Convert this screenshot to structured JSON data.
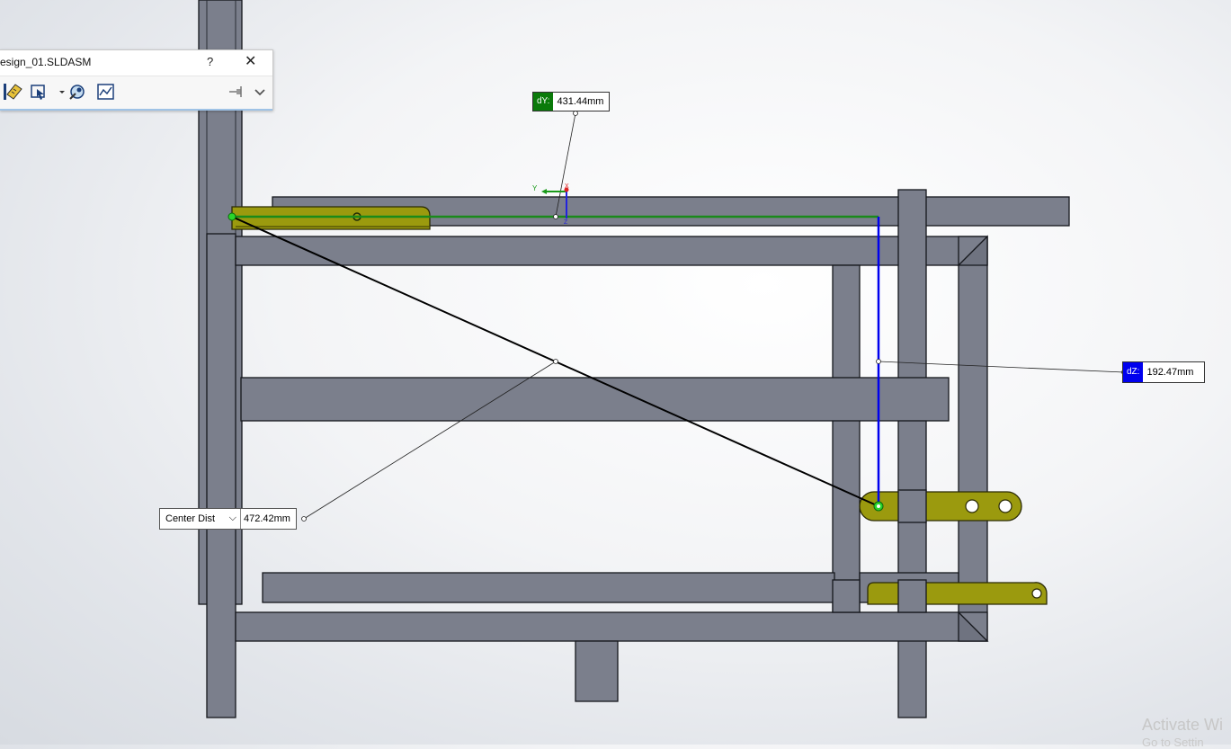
{
  "measure_dialog": {
    "title": "esign_01.SLDASM",
    "help_label": "?",
    "close_label": "✕",
    "tools": [
      "units-precision-icon",
      "selection-mode-icon",
      "dropdown-arrow-icon",
      "point-to-point-icon",
      "measure-history-icon",
      "pin-icon",
      "expand-icon"
    ]
  },
  "measurements": {
    "dy": {
      "tag": "dY:",
      "value": "431.44mm",
      "color": "#0a7a0a"
    },
    "dz": {
      "tag": "dZ:",
      "value": "192.47mm",
      "color": "#0000ee"
    },
    "center_dist": {
      "label": "Center Dist",
      "value": "472.42mm"
    }
  },
  "triad": {
    "y_label": "Y",
    "x_label": "X",
    "z_label": "Z"
  },
  "colors": {
    "frame_steel": "#7b7f8c",
    "bracket_olive": "#9b9a0e",
    "measure_line": "#000000",
    "dy_line": "#1a8a1a",
    "dz_line": "#0000ee"
  },
  "watermark": {
    "line1": "Activate Wi",
    "line2": "Go to Settin"
  }
}
